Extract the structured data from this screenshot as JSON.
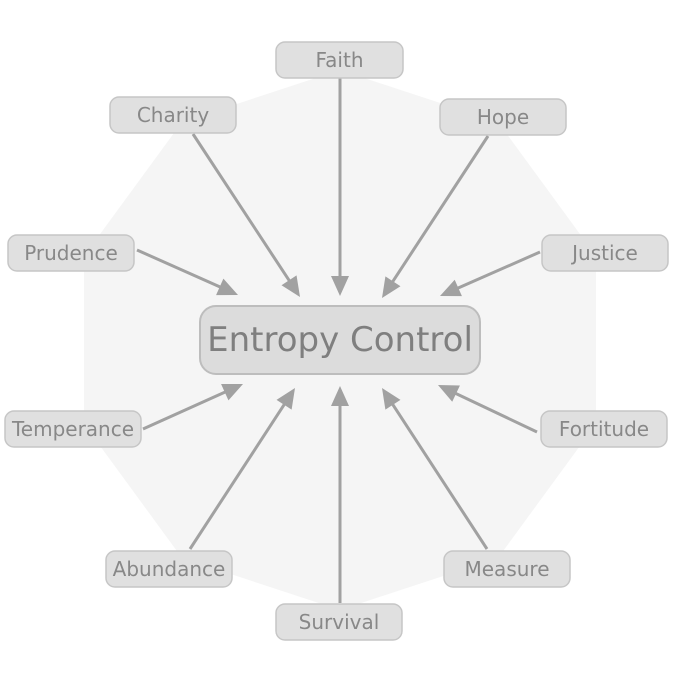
{
  "center": {
    "label": "Entropy Control"
  },
  "nodes": [
    {
      "id": "faith",
      "label": "Faith"
    },
    {
      "id": "hope",
      "label": "Hope"
    },
    {
      "id": "justice",
      "label": "Justice"
    },
    {
      "id": "fortitude",
      "label": "Fortitude"
    },
    {
      "id": "measure",
      "label": "Measure"
    },
    {
      "id": "survival",
      "label": "Survival"
    },
    {
      "id": "abundance",
      "label": "Abundance"
    },
    {
      "id": "temperance",
      "label": "Temperance"
    },
    {
      "id": "prudence",
      "label": "Prudence"
    },
    {
      "id": "charity",
      "label": "Charity"
    }
  ],
  "colors": {
    "node_fill": "#e0e0e0",
    "text": "#888888",
    "arrow": "#a1a1a1",
    "background_shape": "#f5f5f5"
  }
}
